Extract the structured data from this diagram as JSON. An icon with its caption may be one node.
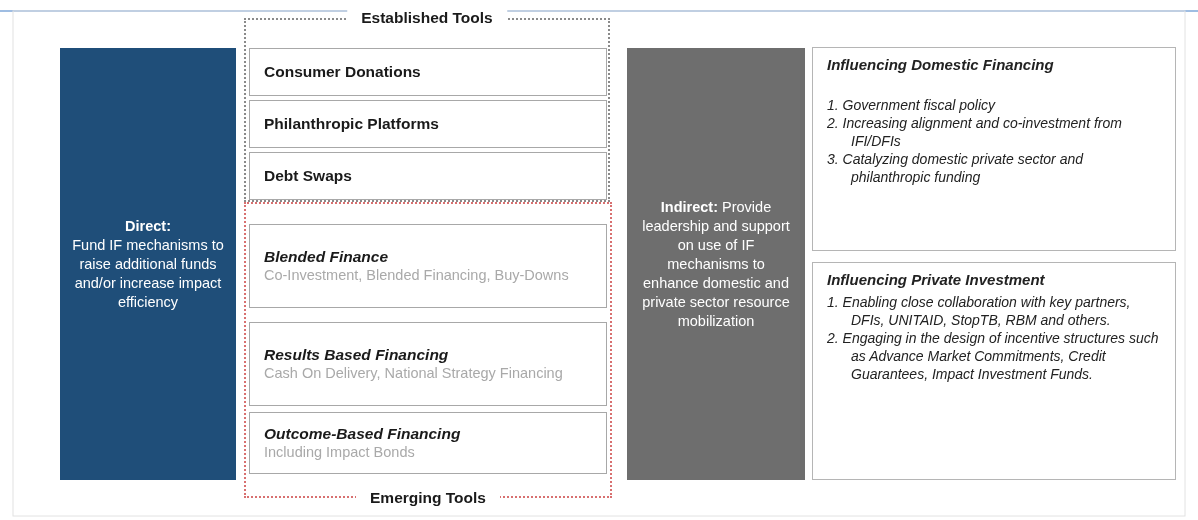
{
  "diagram": {
    "nodes": [
      {
        "text": [
          "Direct:",
          "Fund IF mechanisms to raise additional funds and/or increase impact efficiency"
        ]
      },
      {
        "text": [
          "Established Tools"
        ]
      },
      {
        "text": [
          "Consumer Donations"
        ],
        "in": 1
      },
      {
        "text": [
          "Philanthropic Platforms"
        ],
        "in": 1
      },
      {
        "text": [
          "Debt Swaps"
        ],
        "in": 1
      },
      {
        "text": [
          "Emerging Tools"
        ]
      },
      {
        "text": [
          "Blended Finance",
          "Co-Investment, Blended Financing, Buy-Downs"
        ],
        "in": 5
      },
      {
        "text": [
          "Results Based Financing",
          "Cash On Delivery, National Strategy Financing"
        ],
        "in": 5
      },
      {
        "text": [
          "Outcome-Based Financing",
          "Including Impact Bonds"
        ],
        "in": 5
      },
      {
        "text": [
          "**Indirect:** Provide leadership and support on use of IF mechanisms to enhance domestic and private sector resource mobilization"
        ]
      },
      {
        "text": [
          "Influencing Domestic Financing",
          "1. Government fiscal policy",
          "2. Increasing alignment and co-investment from IFI/DFIs",
          "3. Catalyzing domestic private sector and philanthropic funding"
        ]
      },
      {
        "text": [
          "Influencing Private Investment",
          "1. Enabling close collaboration with key partners, DFIs, UNITAID, StopTB, RBM and others.",
          "2. Engaging in the design of incentive structures such as Advance Market Commitments, Credit Guarantees, Impact Investment Funds."
        ]
      }
    ]
  }
}
